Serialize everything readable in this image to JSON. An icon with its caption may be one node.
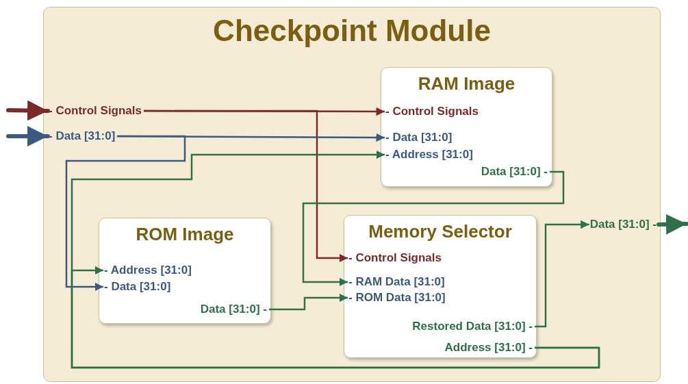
{
  "diagram": {
    "nodes": [
      {
        "text": [
          "Checkpoint Module"
        ]
      },
      {
        "text": [
          "- Control Signals"
        ],
        "in": 0
      },
      {
        "text": [
          "- Data [31:0]"
        ],
        "in": 0
      },
      {
        "text": [
          "RAM Image"
        ],
        "in": 0
      },
      {
        "text": [
          "- Control Signals"
        ],
        "in": 3
      },
      {
        "text": [
          "- Data [31:0]"
        ],
        "in": 3
      },
      {
        "text": [
          "- Address [31:0]"
        ],
        "in": 3
      },
      {
        "text": [
          "Data [31:0] -"
        ],
        "in": 3
      },
      {
        "text": [
          "Data [31:0] -"
        ],
        "in": 0
      },
      {
        "text": [
          "ROM Image"
        ],
        "in": 0
      },
      {
        "text": [
          "- Address [31:0]"
        ],
        "in": 9
      },
      {
        "text": [
          "- Data [31:0]"
        ],
        "in": 9
      },
      {
        "text": [
          "Data [31:0] -"
        ],
        "in": 9
      },
      {
        "text": [
          "Memory Selector"
        ],
        "in": 0
      },
      {
        "text": [
          "- Control Signals"
        ],
        "in": 13
      },
      {
        "text": [
          "- RAM Data [31:0]"
        ],
        "in": 13
      },
      {
        "text": [
          "- ROM Data [31:0]"
        ],
        "in": 13
      },
      {
        "text": [
          "Restored Data [31:0] -"
        ],
        "in": 13
      },
      {
        "text": [
          "Address [31:0] -"
        ],
        "in": 13
      }
    ],
    "edges": [
      {
        "from": null,
        "to": 1,
        "arrow": "to",
        "style": "thick",
        "color": "#7b2a2a"
      },
      {
        "from": null,
        "to": 2,
        "arrow": "to",
        "style": "thick",
        "color": "#3a5a80"
      },
      {
        "from": 1,
        "to": 4,
        "arrow": "to",
        "color": "#7b2a2a"
      },
      {
        "from": 1,
        "to": 14,
        "arrow": "to",
        "color": "#7b2a2a"
      },
      {
        "from": 2,
        "to": 5,
        "arrow": "to",
        "color": "#3a5a80"
      },
      {
        "from": 2,
        "to": 11,
        "arrow": "to",
        "color": "#3a5a80"
      },
      {
        "from": 18,
        "to": 6,
        "arrow": "to"
      },
      {
        "from": 18,
        "to": 10,
        "arrow": "to"
      },
      {
        "from": 7,
        "to": 15,
        "arrow": "to"
      },
      {
        "from": 12,
        "to": 16,
        "arrow": "to"
      },
      {
        "from": 17,
        "to": 8,
        "arrow": "to"
      },
      {
        "from": 8,
        "to": null,
        "arrow": "to",
        "style": "thick"
      }
    ]
  }
}
